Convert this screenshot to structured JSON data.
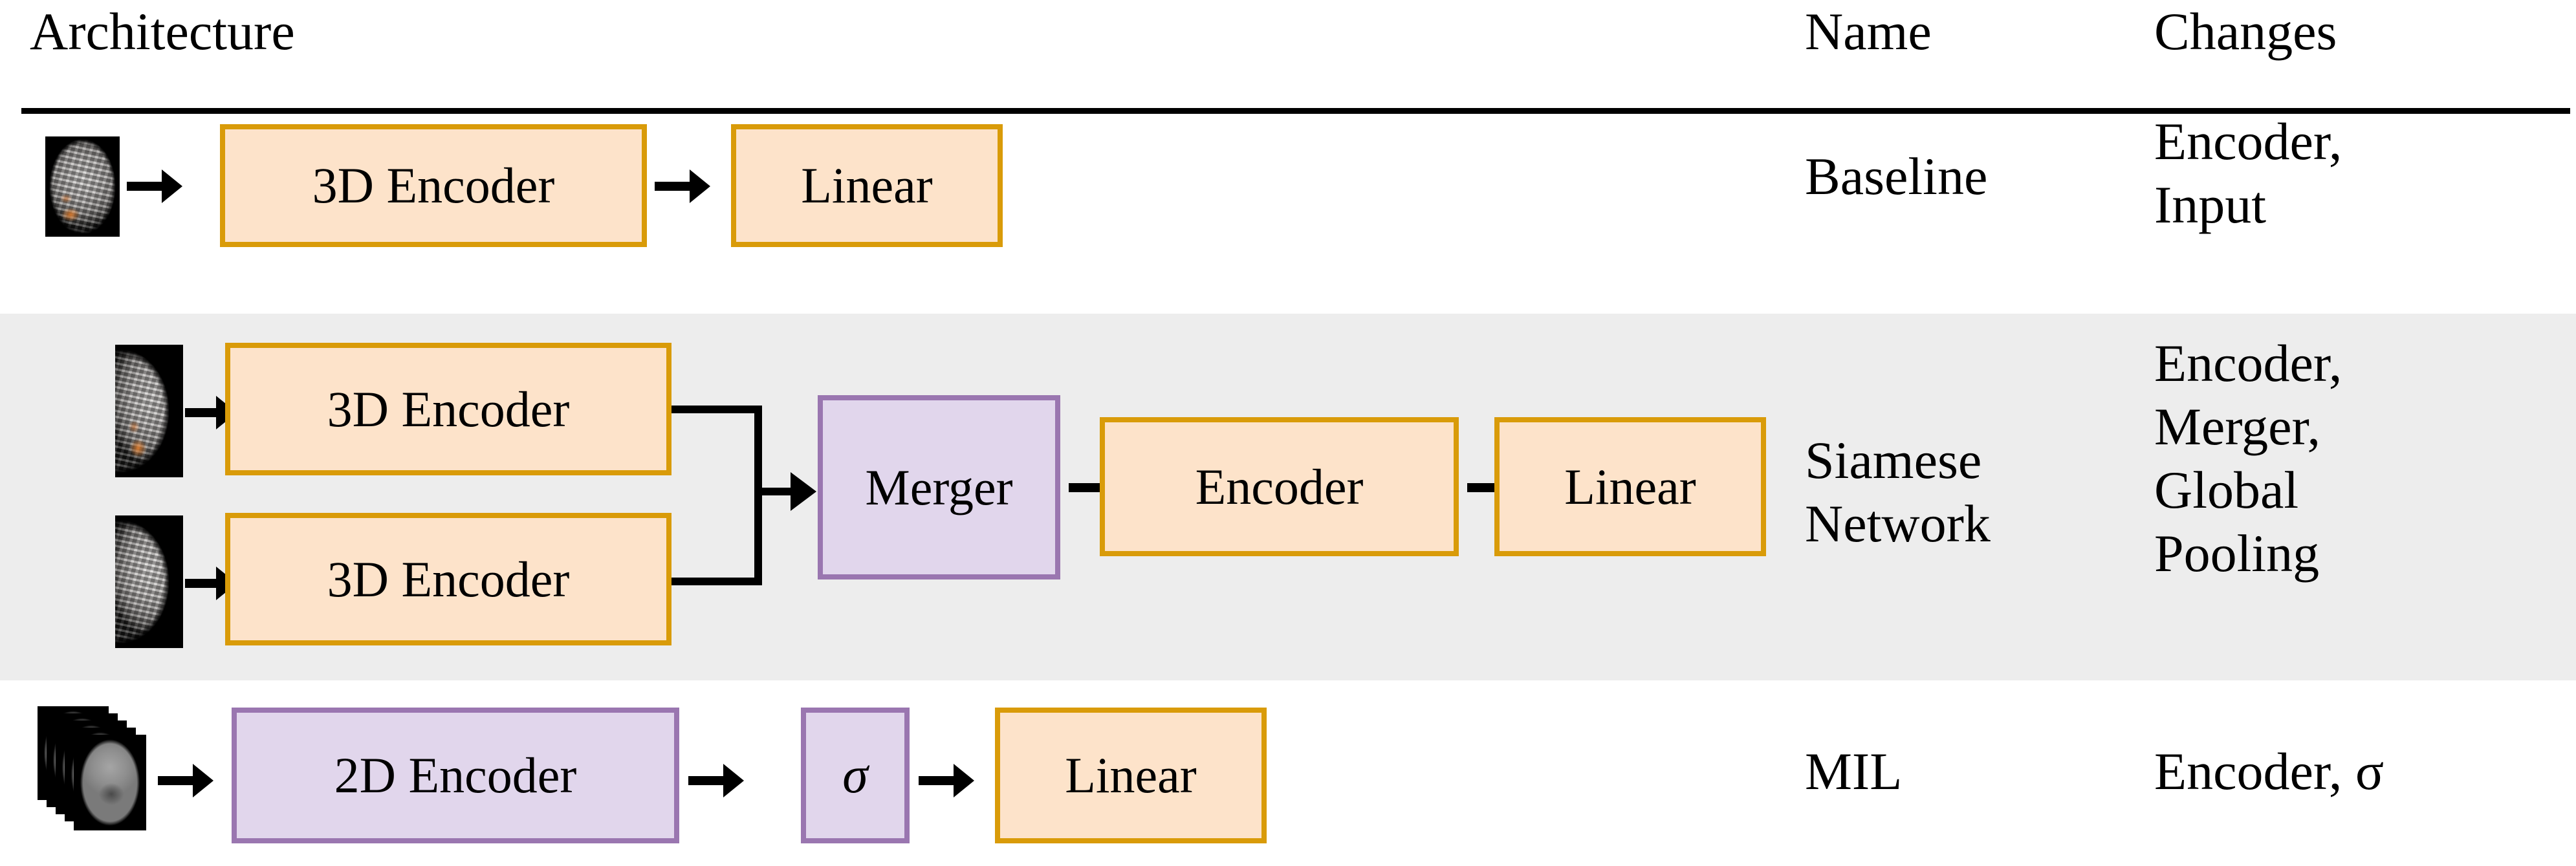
{
  "table": {
    "columns": [
      {
        "key": "architecture",
        "label": "Architecture"
      },
      {
        "key": "name",
        "label": "Name"
      },
      {
        "key": "changes",
        "label": "Changes"
      }
    ],
    "rows": [
      {
        "id": "baseline",
        "shaded": false,
        "name": "Baseline",
        "changes": "Encoder,\nInput",
        "input_icon": "brain-3d-render-icon",
        "blocks": [
          {
            "label": "3D Encoder",
            "color": "orange"
          },
          {
            "label": "Linear",
            "color": "orange"
          }
        ]
      },
      {
        "id": "siamese-network",
        "shaded": true,
        "name": "Siamese\nNetwork",
        "changes": "Encoder,\nMerger,\nGlobal\nPooling",
        "input_icon": "brain-3d-render-icon",
        "blocks": [
          {
            "label": "3D Encoder",
            "color": "orange"
          },
          {
            "label": "3D Encoder",
            "color": "orange"
          },
          {
            "label": "Merger",
            "color": "purple"
          },
          {
            "label": "Encoder",
            "color": "orange"
          },
          {
            "label": "Linear",
            "color": "orange"
          }
        ]
      },
      {
        "id": "mil",
        "shaded": false,
        "name": "MIL",
        "changes": "Encoder, σ",
        "input_icon": "brain-slice-stack-icon",
        "blocks": [
          {
            "label": "2D Encoder",
            "color": "purple"
          },
          {
            "label": "σ",
            "color": "purple"
          },
          {
            "label": "Linear",
            "color": "orange"
          }
        ]
      }
    ]
  },
  "colors": {
    "orange_border": "#d99b09",
    "orange_fill": "#fde3ca",
    "purple_border": "#9a76b0",
    "purple_fill": "#e1d6ec",
    "row_shade": "#ededed",
    "rule": "#000000",
    "page_background": "#ffffff"
  }
}
